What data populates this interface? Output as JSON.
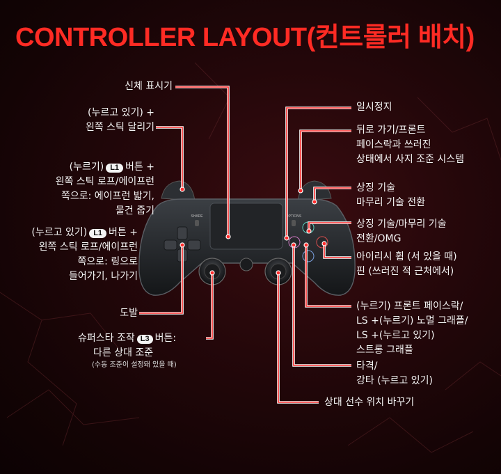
{
  "title": "CONTROLLER LAYOUT(컨트롤러 배치)",
  "controller": {
    "share": "SHARE",
    "options": "OPTIONS"
  },
  "labels": {
    "body_display": "신체 표시기",
    "pause": "일시정지",
    "hold_run": [
      "(누르고 있기) +",
      "왼쪽 스틱 달리기"
    ],
    "back": [
      "뒤로 가기/프론트",
      "페이스락과 쓰러진",
      "상태에서 사지 조준 시스템"
    ],
    "l1_press": {
      "pre": "(누르기)",
      "badge": "L1",
      "post": "버튼 +",
      "lines": [
        "왼쪽 스틱 로프/에이프런",
        "쪽으로: 에이프런 밟기,",
        "물건 줍기"
      ]
    },
    "signature_finisher": [
      "상징 기술",
      "마무리 기술 전환"
    ],
    "signature_omg": [
      "상징 기술/마무리 기술",
      "전환/OMG"
    ],
    "l1_hold": {
      "pre": "(누르고 있기)",
      "badge": "L1",
      "post": "버튼 +",
      "lines": [
        "왼쪽 스틱 로프/에이프런",
        "쪽으로: 링으로",
        "들어가기, 나가기"
      ]
    },
    "irish_whip": [
      "아이리시 휩 (서 있을 때)",
      "핀 (쓰러진 적 근처에서)"
    ],
    "grapple": [
      "(누르기) 프론트 페이스락/",
      "LS +(누르기) 노멀 그래플/",
      "LS +(누르고 있기)",
      "스트롱 그래플"
    ],
    "taunt": "도발",
    "superstar_aim": {
      "pre": "슈퍼스타 조작",
      "badge": "L3",
      "post": "버튼:",
      "line2": "다른 상대 조준",
      "note": "(수동 조준이 설정돼 있을 때)"
    },
    "strike": [
      "타격/",
      "강타 (누르고 있기)"
    ],
    "switch_target": "상대 선수 위치 바꾸기"
  }
}
